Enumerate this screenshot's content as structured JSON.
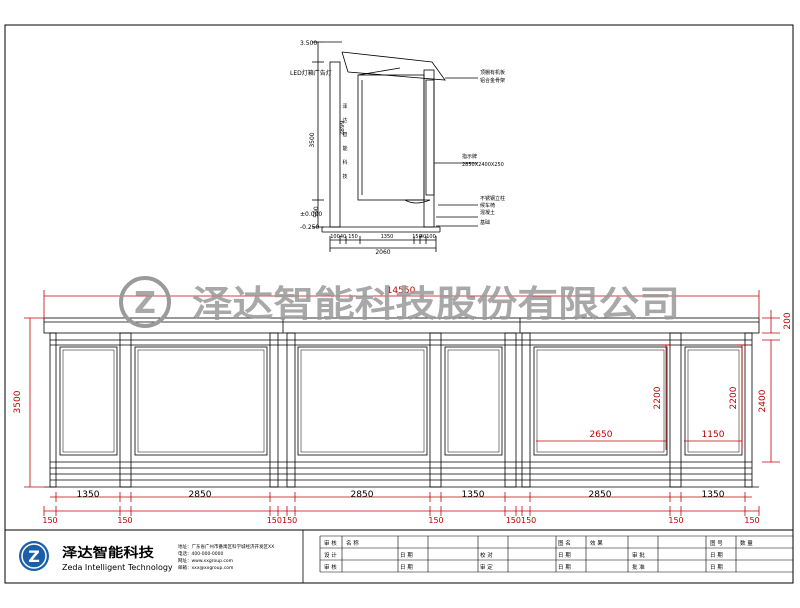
{
  "watermark": {
    "company": "泽达智能科技股份有限公司",
    "logo_letter": "Z"
  },
  "section": {
    "labels": [
      "3.500",
      "LED灯箱广告灯",
      "2899",
      "3500",
      "500",
      "±0.000",
      "-0.250"
    ],
    "right_notes": [
      "顶棚有机板",
      "铝合金骨架",
      "指示牌",
      "2850X2400X250",
      "不锈钢立柱",
      "候车椅",
      "混凝土",
      "基础"
    ],
    "side_letters": [
      "泽",
      "达",
      "智",
      "能",
      "科",
      "技"
    ],
    "bottom_dims": [
      "100",
      "40",
      "150",
      "1350",
      "150",
      "40",
      "100"
    ],
    "total_width": "2060"
  },
  "elevation": {
    "total_width": "14550",
    "roof_height": "200",
    "total_height": "3500",
    "panel_height_1": "2200",
    "panel_height_2": "2200",
    "side_height": "2400",
    "inner_width_1": "2650",
    "inner_width_2": "1150",
    "bay_widths": [
      "1350",
      "2850",
      "2850",
      "1350",
      "2850",
      "1350"
    ],
    "post_dims": [
      "150",
      "150",
      "150",
      "150",
      "150",
      "150",
      "150",
      "150",
      "150",
      "150"
    ],
    "joined_dims": [
      "150150",
      "150150"
    ]
  },
  "title_block": {
    "company_cn": "泽达智能科技",
    "company_en": "Zeda Intelligent Technology",
    "contact_lines": [
      "地址：广东省广州市番禺区科学城经济开发区XX",
      "电话：400-000-0000",
      "网址：www.xxgroup.com",
      "邮箱：xxx@xxgroup.com"
    ],
    "row1": [
      "审 核",
      "名 称",
      "",
      "图 名",
      "效 果",
      "图 号",
      "数 量"
    ],
    "row2": [
      "设 计",
      "",
      "日 期",
      "校 对",
      "",
      "日 期",
      "审 批",
      "",
      "日 期"
    ],
    "row3": [
      "审 核",
      "",
      "日 期",
      "审 定",
      "",
      "日 期",
      "批 准",
      "",
      "日 期"
    ]
  }
}
